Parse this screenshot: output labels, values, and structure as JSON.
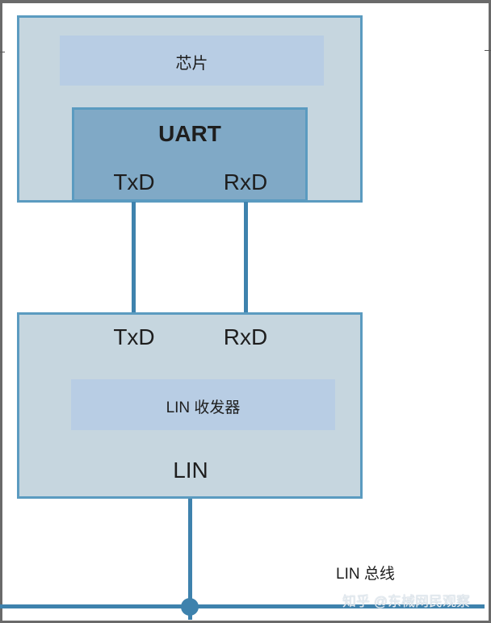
{
  "chip": {
    "label": "芯片"
  },
  "uart": {
    "label": "UART",
    "txd": "TxD",
    "rxd": "RxD"
  },
  "transceiver": {
    "txd": "TxD",
    "rxd": "RxD",
    "label": "LIN 收发器",
    "lin": "LIN"
  },
  "bus": {
    "label": "LIN 总线"
  },
  "watermark": "知乎 @东械网民观察",
  "colors": {
    "outer_fill": "#c6d6df",
    "border": "#5b9bc0",
    "inner_fill": "#b8cde4",
    "uart_fill": "#80a9c6",
    "wire": "#3e82ad"
  }
}
